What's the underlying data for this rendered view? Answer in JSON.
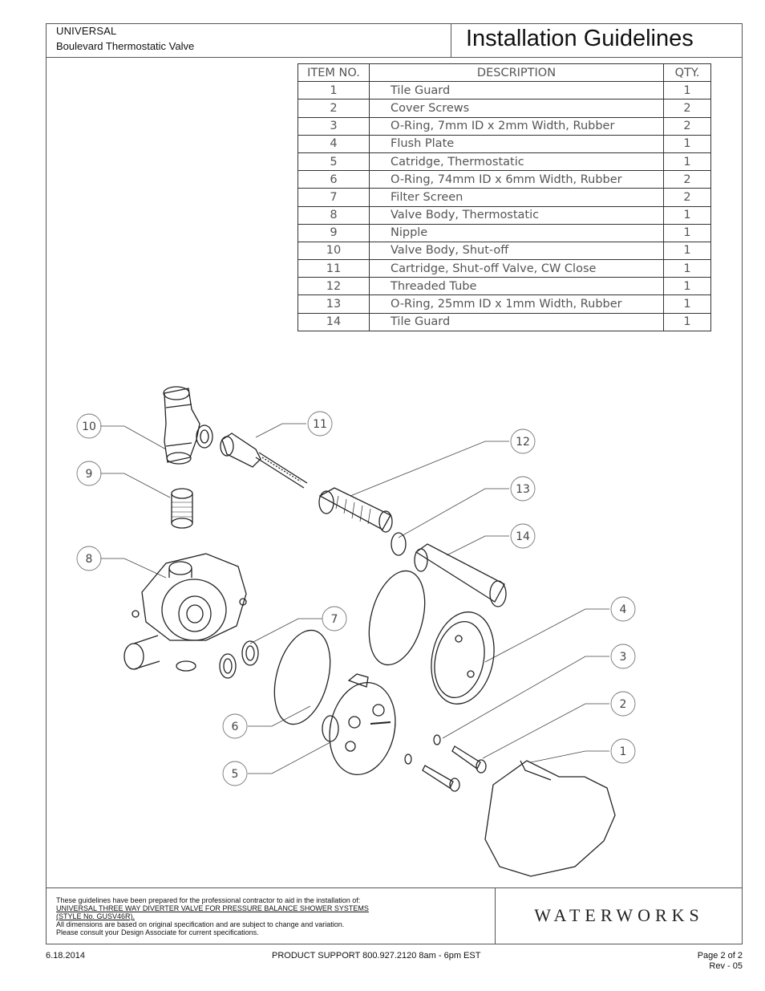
{
  "header": {
    "line1": "UNIVERSAL",
    "line2": "Boulevard Thermostatic Valve",
    "title": "Installation Guidelines"
  },
  "parts_table": {
    "headers": {
      "item": "ITEM NO.",
      "description": "DESCRIPTION",
      "qty": "QTY."
    },
    "rows": [
      {
        "item": "1",
        "description": "Tile Guard",
        "qty": "1"
      },
      {
        "item": "2",
        "description": "Cover Screws",
        "qty": "2"
      },
      {
        "item": "3",
        "description": "O-Ring, 7mm ID x 2mm Width, Rubber",
        "qty": "2"
      },
      {
        "item": "4",
        "description": "Flush Plate",
        "qty": "1"
      },
      {
        "item": "5",
        "description": "Catridge, Thermostatic",
        "qty": "1"
      },
      {
        "item": "6",
        "description": "O-Ring, 74mm ID x 6mm Width, Rubber",
        "qty": "2"
      },
      {
        "item": "7",
        "description": "Filter Screen",
        "qty": "2"
      },
      {
        "item": "8",
        "description": "Valve Body, Thermostatic",
        "qty": "1"
      },
      {
        "item": "9",
        "description": "Nipple",
        "qty": "1"
      },
      {
        "item": "10",
        "description": "Valve Body, Shut-off",
        "qty": "1"
      },
      {
        "item": "11",
        "description": "Cartridge, Shut-off Valve, CW Close",
        "qty": "1"
      },
      {
        "item": "12",
        "description": "Threaded Tube",
        "qty": "1"
      },
      {
        "item": "13",
        "description": "O-Ring, 25mm ID x 1mm Width, Rubber",
        "qty": "1"
      },
      {
        "item": "14",
        "description": "Tile Guard",
        "qty": "1"
      }
    ]
  },
  "diagram": {
    "callouts": [
      "10",
      "9",
      "8",
      "11",
      "12",
      "13",
      "14",
      "7",
      "6",
      "5",
      "4",
      "3",
      "2",
      "1"
    ]
  },
  "footer": {
    "line1": "These guidelines have been prepared for the professional contractor to aid in the installation of:",
    "line2": "UNIVERSAL THREE WAY DIVERTER VALVE FOR PRESSURE BALANCE SHOWER SYSTEMS",
    "line3": "(STYLE No. GUSV46R).",
    "line4": "All dimensions are based on original specification and are subject to change and variation.",
    "line5": "Please consult your Design Associate for current specifications.",
    "brand": "WATERWORKS"
  },
  "page_footer": {
    "date": "6.18.2014",
    "support": "PRODUCT SUPPORT 800.927.2120 8am - 6pm EST",
    "page": "Page 2 of 2",
    "rev": "Rev - 05"
  }
}
